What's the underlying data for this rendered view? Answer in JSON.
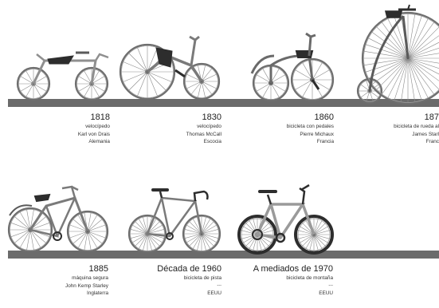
{
  "colors": {
    "background": "#ffffff",
    "ground": "#6b6b6b",
    "frame": "#8f8f8f",
    "spoke": "#7a7a7a",
    "dark": "#2d2d2d",
    "text": "#222222"
  },
  "bicycles": [
    {
      "year": "1818",
      "name": "velocípedo",
      "inventor": "Karl von Drais",
      "country": "Alemania",
      "icon": "draisine-icon"
    },
    {
      "year": "1830",
      "name": "velocípedo",
      "inventor": "Thomas McCall",
      "country": "Escocia",
      "icon": "velocipede-icon"
    },
    {
      "year": "1860",
      "name": "bicicleta con pedales",
      "inventor": "Pierre Michaux",
      "country": "Francia",
      "icon": "boneshaker-icon"
    },
    {
      "year": "187",
      "name": "bicicleta de rueda al",
      "inventor": "James Starl",
      "country": "Franc",
      "icon": "penny-farthing-icon"
    },
    {
      "year": "1885",
      "name": "máquina segura",
      "inventor": "John Kemp Starley",
      "country": "Inglaterra",
      "icon": "safety-bicycle-icon"
    },
    {
      "year": "Década de 1960",
      "name": "bicicleta de pista",
      "inventor": "---",
      "country": "EEUU",
      "icon": "track-bicycle-icon"
    },
    {
      "year": "A mediados de 1970",
      "name": "bicicleta de montaña",
      "inventor": "---",
      "country": "EEUU",
      "icon": "mountain-bike-icon"
    }
  ]
}
